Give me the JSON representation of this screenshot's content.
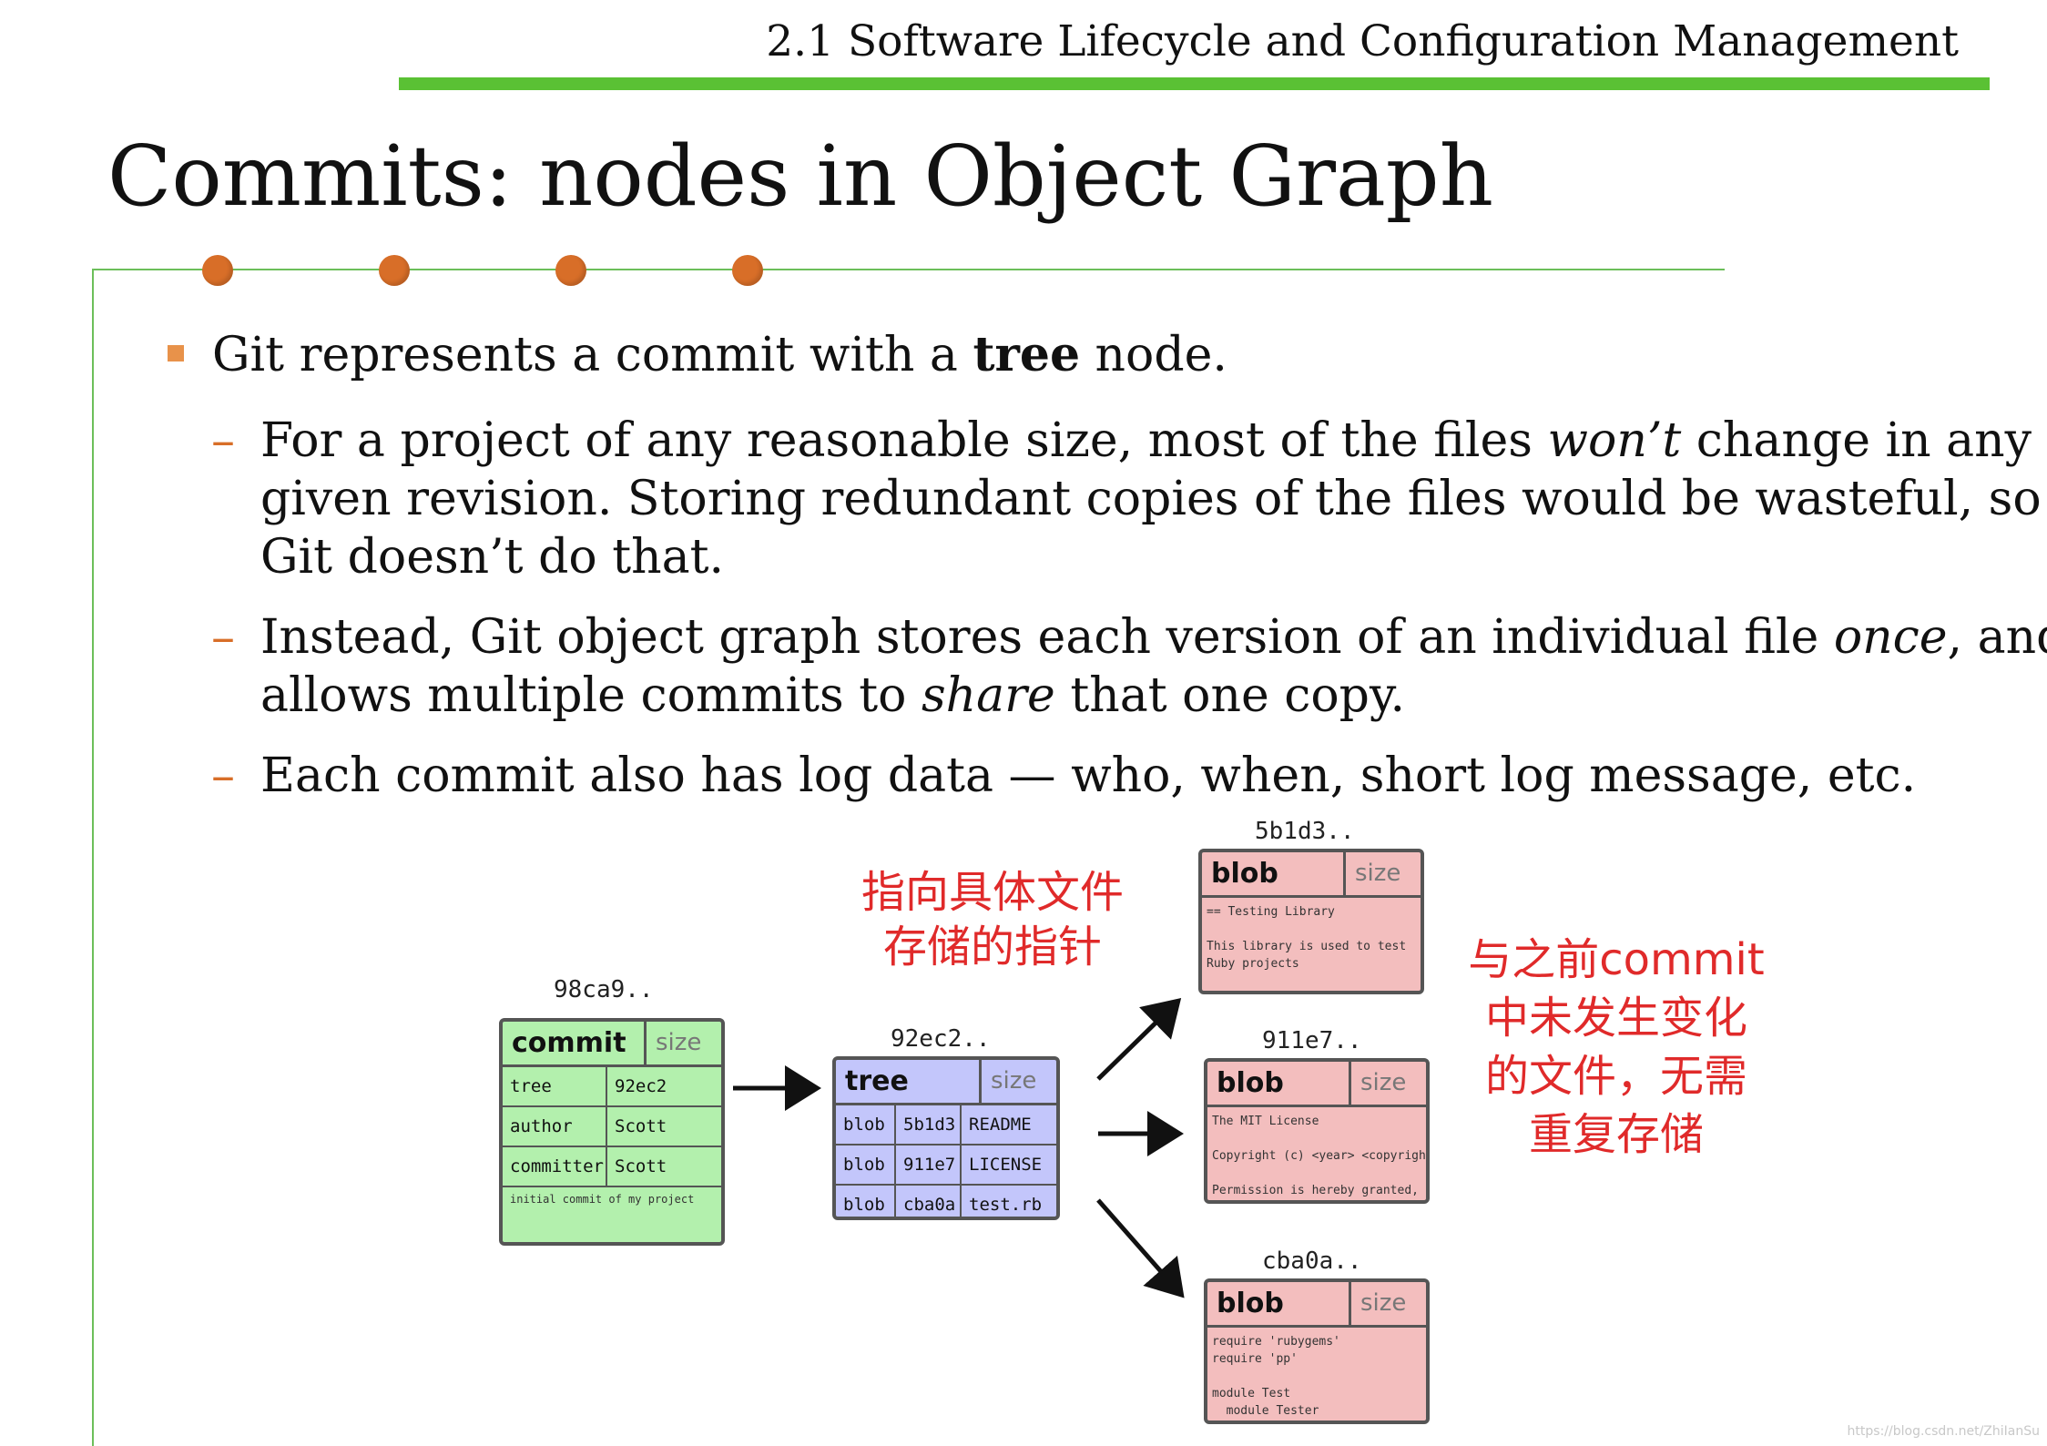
{
  "header": {
    "title": "2.1 Software Lifecycle and Configuration Management"
  },
  "slide": {
    "title": "Commits: nodes in Object Graph"
  },
  "bullet": {
    "pre": "Git represents a commit with a ",
    "bold": "tree",
    "post": " node."
  },
  "subbullets": {
    "dash": "–",
    "s1": {
      "l1a": "For a project of any reasonable size, most of the files ",
      "l1i": "won’t",
      "l1b": " change in any",
      "l2": "given revision. Storing redundant copies of the files would be wasteful, so",
      "l3": "Git doesn’t do that."
    },
    "s2": {
      "l1a": "Instead, Git object graph stores each version of an individual file ",
      "l1i": "once",
      "l1b": ", and",
      "l2a": "allows multiple commits to ",
      "l2i": "share",
      "l2b": " that one copy."
    },
    "s3": {
      "l1": "Each commit also has log data — who, when, short log message, etc."
    }
  },
  "annotations": {
    "pointer": {
      "l1": "指向具体文件",
      "l2": "存储的指针"
    },
    "unchanged": {
      "l1": "与之前commit",
      "l2": "中未发生变化",
      "l3": "的文件，无需",
      "l4": "重复存储"
    }
  },
  "diagram": {
    "commit": {
      "id": "98ca9..",
      "kind": "commit",
      "size": "size",
      "rows": [
        [
          "tree",
          "92ec2"
        ],
        [
          "author",
          "Scott"
        ],
        [
          "committer",
          "Scott"
        ]
      ],
      "message": "initial commit of my project"
    },
    "tree": {
      "id": "92ec2..",
      "kind": "tree",
      "size": "size",
      "rows": [
        [
          "blob",
          "5b1d3",
          "README"
        ],
        [
          "blob",
          "911e7",
          "LICENSE"
        ],
        [
          "blob",
          "cba0a",
          "test.rb"
        ]
      ]
    },
    "blobs": [
      {
        "id": "5b1d3..",
        "kind": "blob",
        "size": "size",
        "body": "== Testing Library\n\nThis library is used to test\nRuby projects"
      },
      {
        "id": "911e7..",
        "kind": "blob",
        "size": "size",
        "body": "The MIT License\n\nCopyright (c) <year> <copyright\n\nPermission is hereby granted,"
      },
      {
        "id": "cba0a..",
        "kind": "blob",
        "size": "size",
        "body": "require 'rubygems'\nrequire 'pp'\n\nmodule Test\n  module Tester"
      }
    ]
  },
  "watermark": "https://blog.csdn.net/ZhiIanSu",
  "colors": {
    "header_bar": "#5ac134",
    "accent_dot": "#d86e28",
    "annotation": "#e02a2a",
    "commit": "#b3f0ad",
    "tree": "#c3c6fb",
    "blob": "#f3bebe"
  }
}
